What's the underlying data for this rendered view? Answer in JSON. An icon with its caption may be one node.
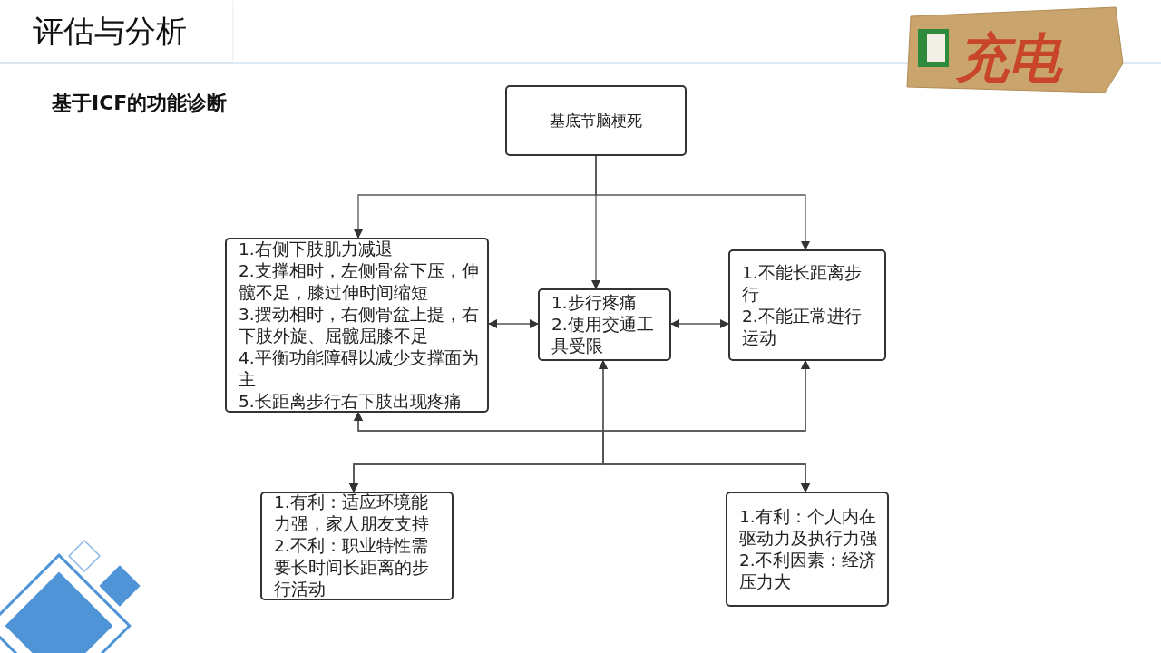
{
  "diagram": {
    "title": "评估与分析",
    "nodes": [
      {
        "text": [
          "基底节脑梗死"
        ]
      },
      {
        "text": [
          "1.右侧下肢肌力减退",
          "2.支撑相时，左侧骨盆下压，伸髋不足，膝过伸时间缩短",
          "3.摆动相时，右侧骨盆上提，右下肢外旋、屈髋屈膝不足",
          "4.平衡功能障碍以减少支撑面为主",
          "5.长距离步行右下肢出现疼痛"
        ]
      },
      {
        "text": [
          "1.步行疼痛",
          "2.使用交通工具受限"
        ]
      },
      {
        "text": [
          "1.不能长距离步行",
          "2.不能正常进行运动"
        ]
      },
      {
        "text": [
          "1.有利：适应环境能力强，家人朋友支持",
          "2.不利：职业特性需要长时间长距离的步行活动"
        ]
      },
      {
        "text": [
          "1.有利：个人内在驱动力及执行力强",
          "2.不利因素：经济压力大"
        ]
      }
    ],
    "edges": [
      {
        "from": 0,
        "to": 1,
        "arrow": "to"
      },
      {
        "from": 0,
        "to": 2,
        "arrow": "to"
      },
      {
        "from": 0,
        "to": 3,
        "arrow": "to"
      },
      {
        "from": 1,
        "to": 2,
        "arrow": "both"
      },
      {
        "from": 2,
        "to": 3,
        "arrow": "both"
      },
      {
        "from": 4,
        "to": 1,
        "arrow": "both"
      },
      {
        "from": 4,
        "to": 2,
        "arrow": "both"
      },
      {
        "from": 4,
        "to": 3,
        "arrow": "both"
      },
      {
        "from": 5,
        "to": 1,
        "arrow": "both"
      },
      {
        "from": 5,
        "to": 2,
        "arrow": "both"
      },
      {
        "from": 5,
        "to": 3,
        "arrow": "both"
      }
    ],
    "labels": [
      "基于ICF的功能诊断",
      "充电"
    ]
  }
}
